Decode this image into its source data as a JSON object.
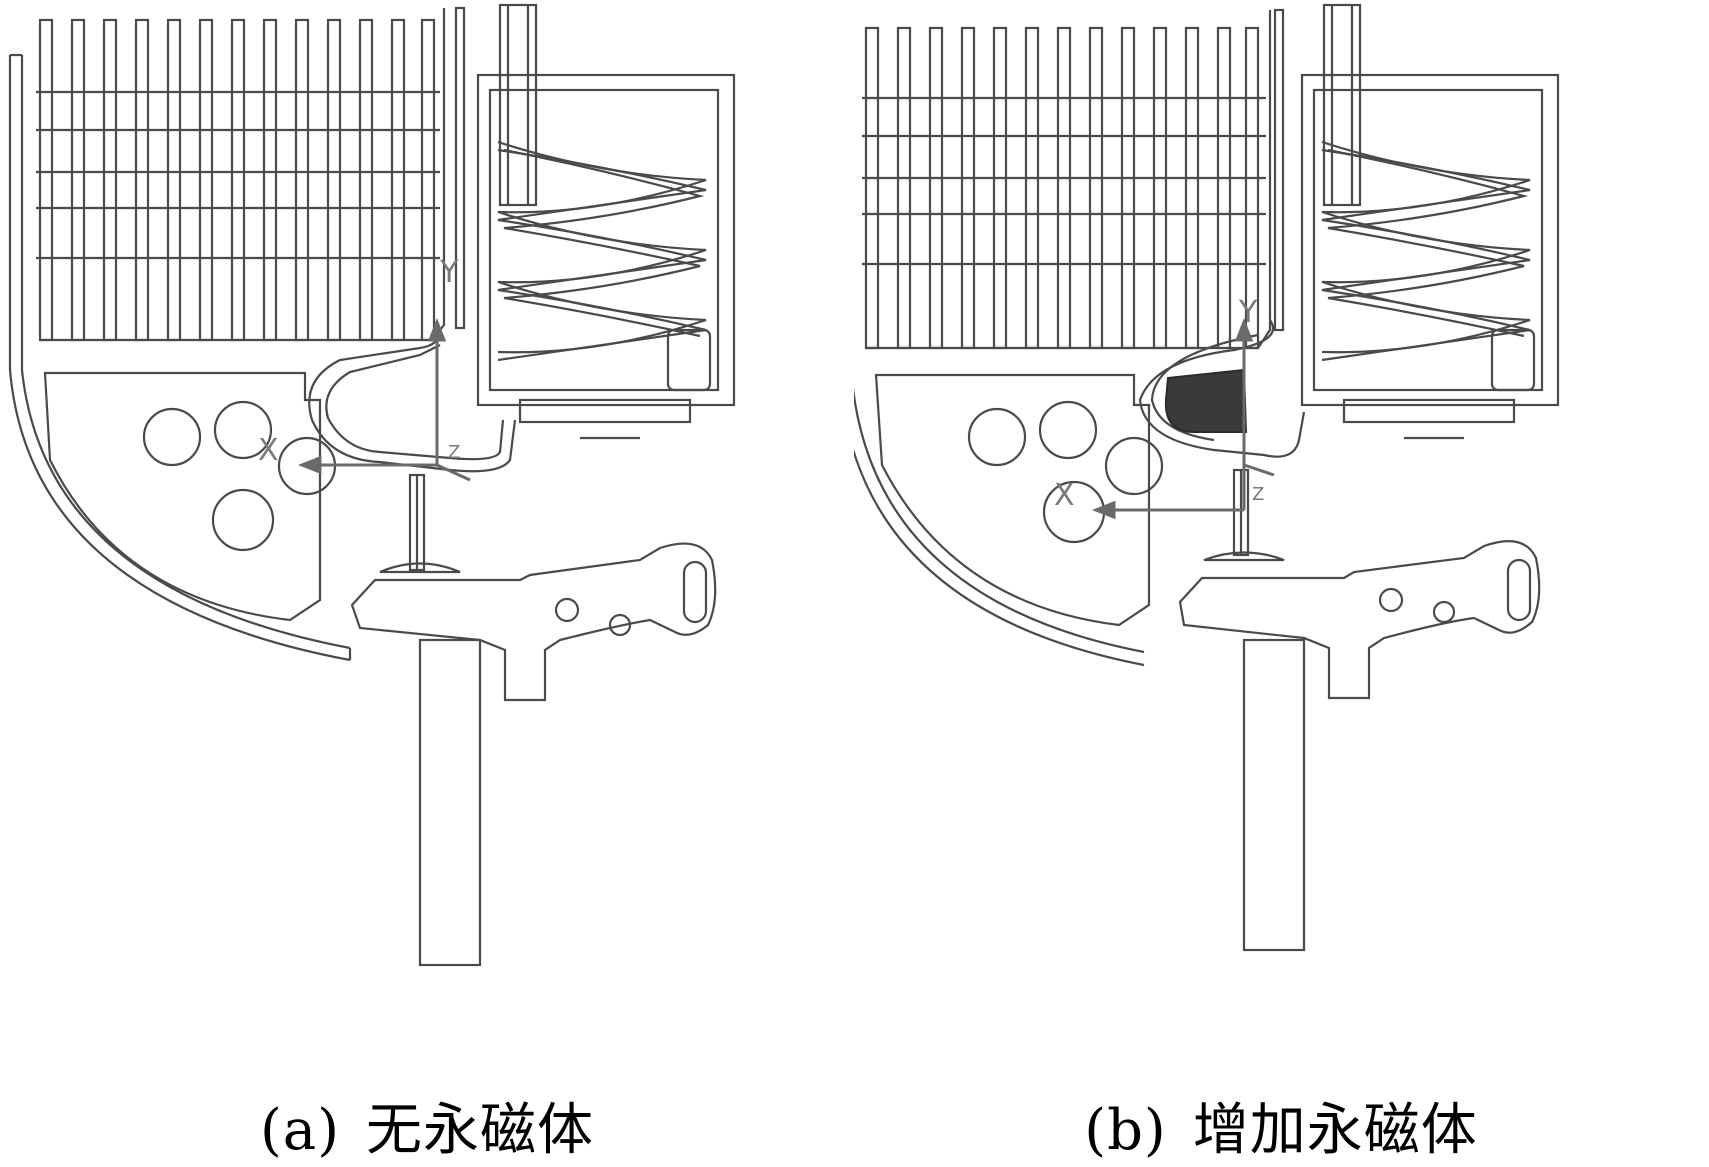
{
  "panels": [
    {
      "id": "a",
      "label": "(a)",
      "caption": "无永磁体",
      "has_magnet": false,
      "axis_x": "X",
      "axis_y": "Y",
      "axis_z": "Z"
    },
    {
      "id": "b",
      "label": "(b)",
      "caption": "增加永磁体",
      "has_magnet": true,
      "axis_x": "X",
      "axis_y": "Y",
      "axis_z": "Z"
    }
  ],
  "colors": {
    "line": "#4a4a4a",
    "magnet": "#3a3a3a",
    "background": "#ffffff"
  }
}
